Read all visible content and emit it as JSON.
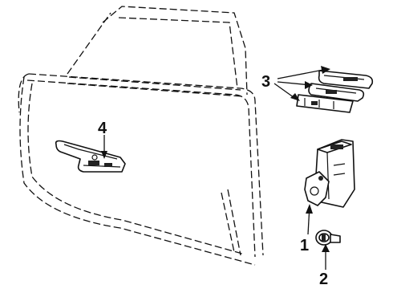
{
  "callouts": {
    "c1": "1",
    "c2": "2",
    "c3": "3",
    "c4": "4"
  },
  "colors": {
    "ink": "#111111",
    "background": "#ffffff"
  }
}
